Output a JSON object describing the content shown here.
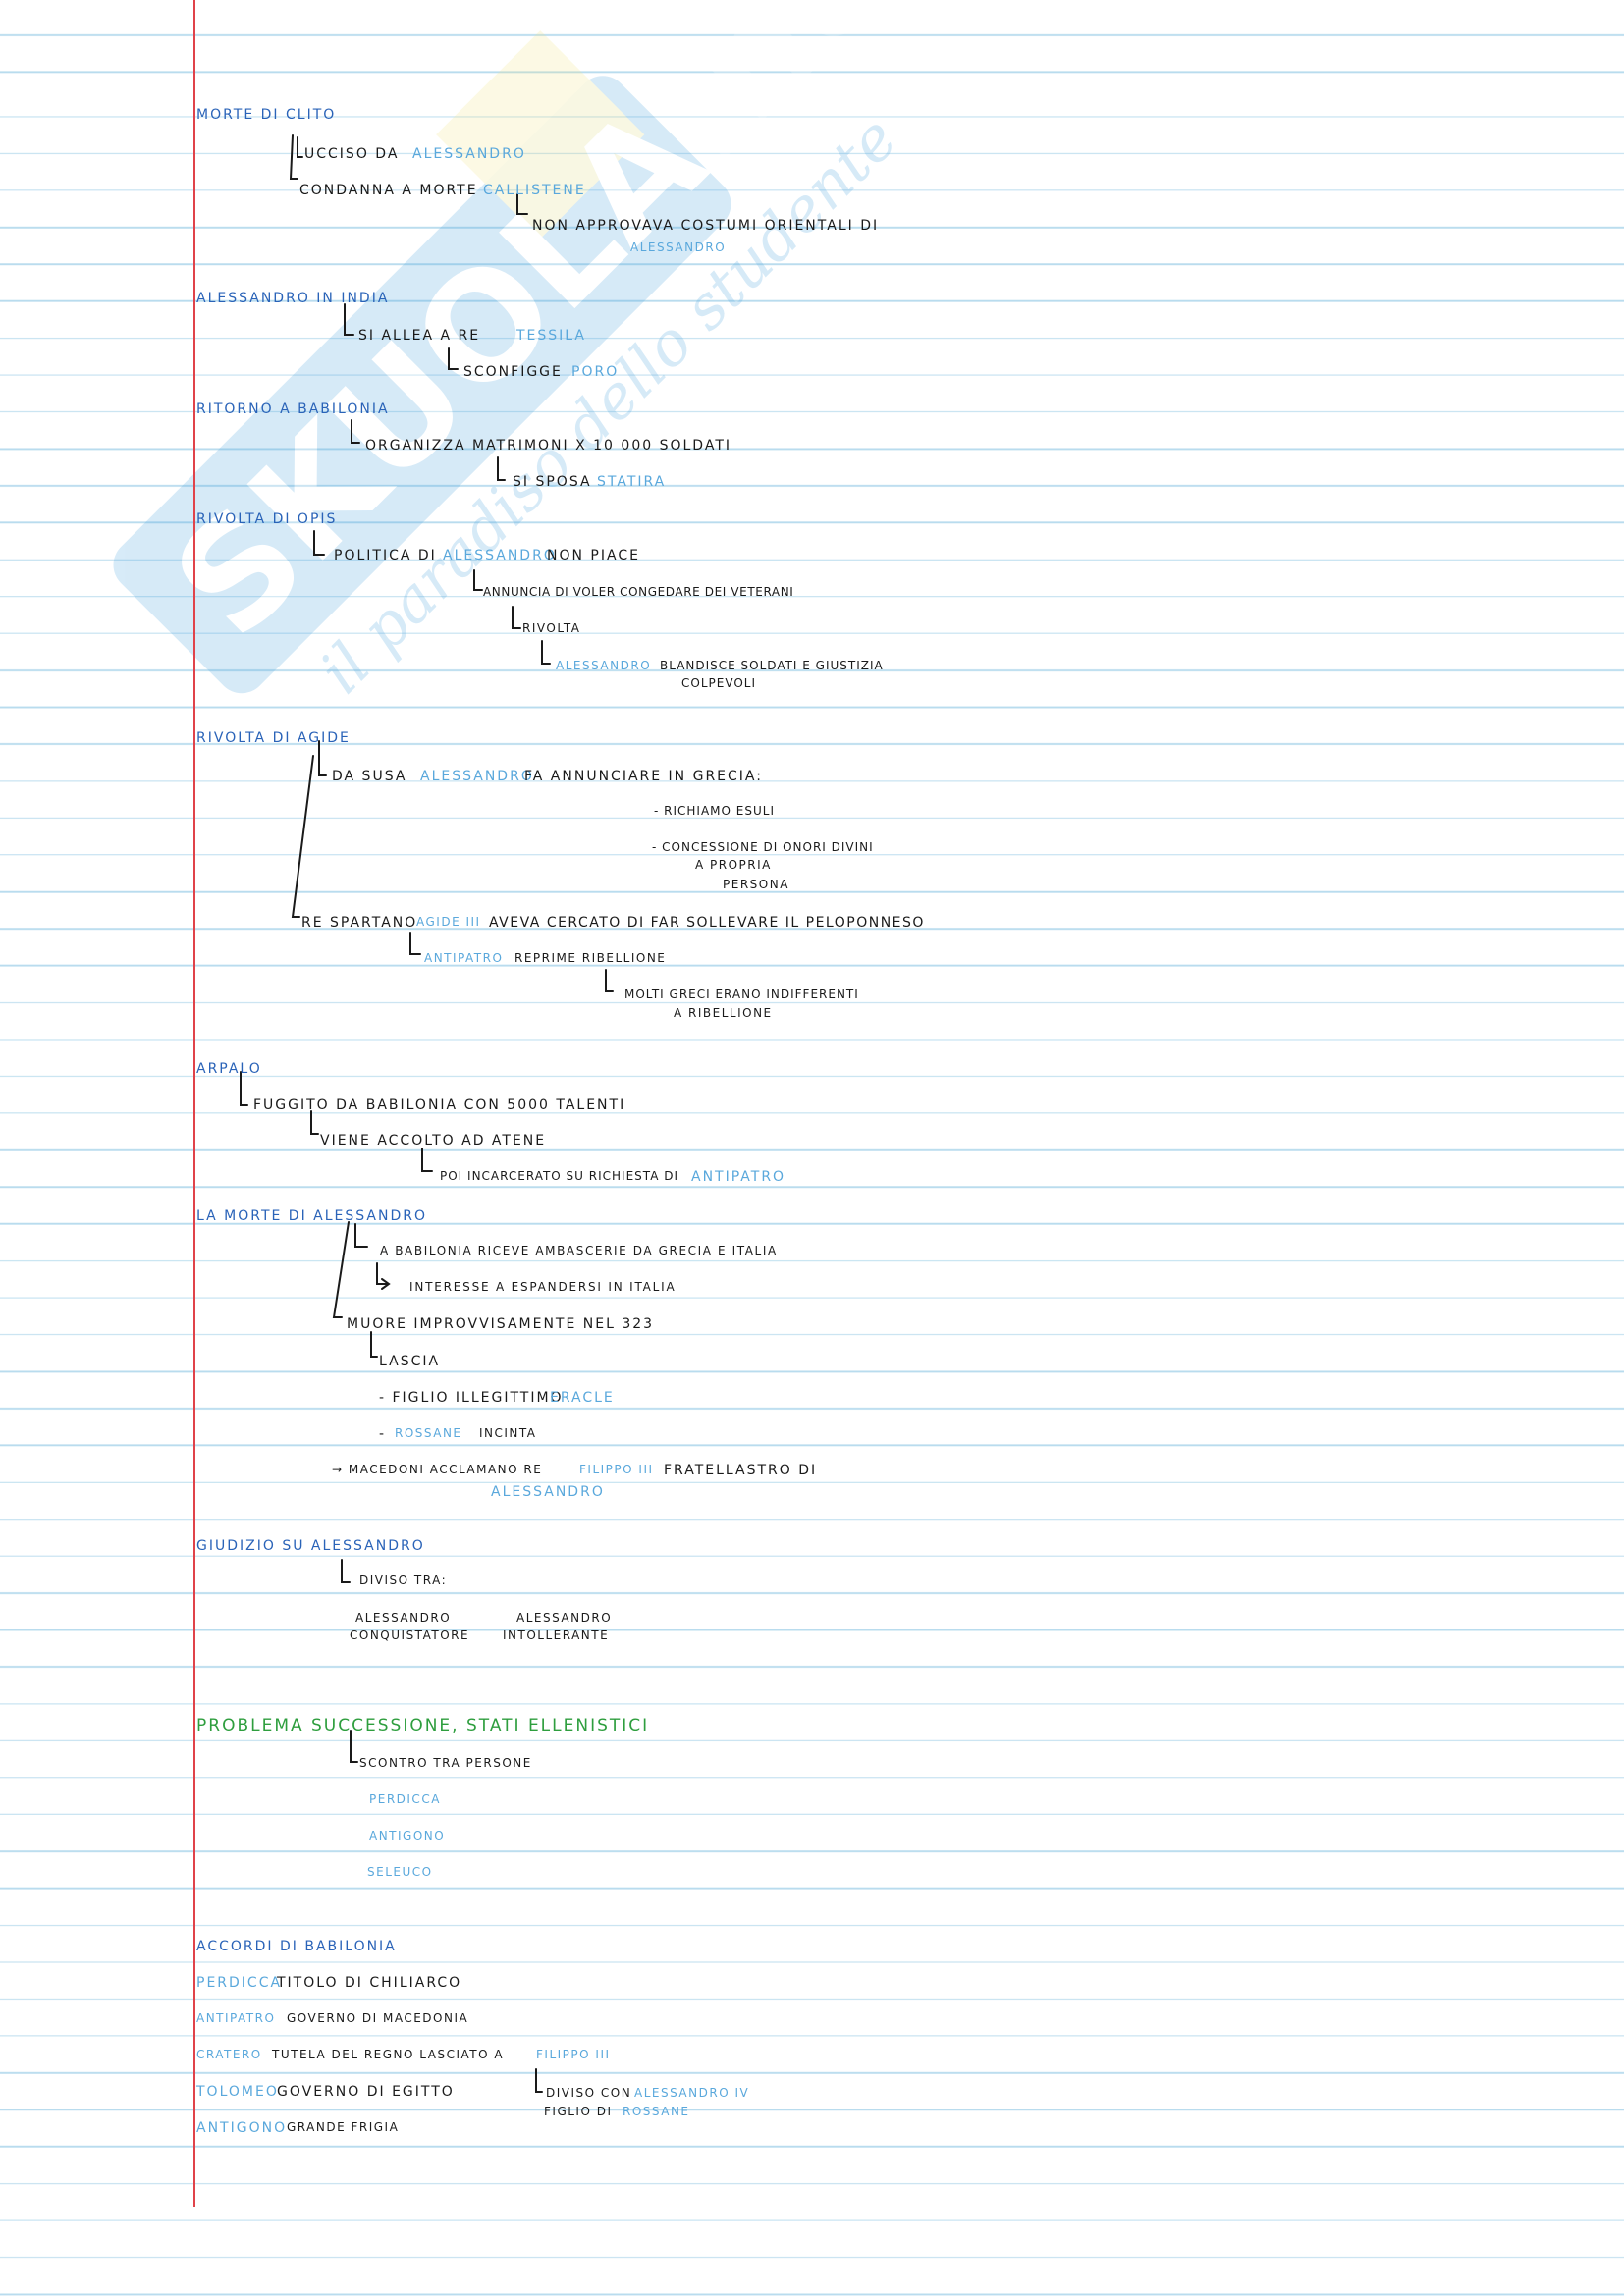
{
  "watermark": {
    "text": "SKUOLA.net",
    "tagline": "il paradiso dello studente",
    "color_main": "#4aa3df",
    "color_accent": "#f3e37a"
  },
  "colors": {
    "ink": "#1a1a1a",
    "heading": "#2a63b8",
    "name": "#5aa8dc",
    "green": "#2e9e3e",
    "margin": "#e0434a",
    "rule": "#b9dcee"
  },
  "s1": {
    "h": "MORTE DI CLITO",
    "a": "UCCISO DA",
    "a_n": "ALESSANDRO",
    "b": "CONDANNA A MORTE",
    "b_n": "CALLISTENE",
    "c": "NON APPROVAVA COSTUMI ORIENTALI DI",
    "c_n": "ALESSANDRO"
  },
  "s2": {
    "h": "ALESSANDRO IN INDIA",
    "a": "SI ALLEA A RE",
    "a_n": "TESSILA",
    "b": "SCONFIGGE",
    "b_n": "PORO"
  },
  "s3": {
    "h": "RITORNO A BABILONIA",
    "a": "ORGANIZZA MATRIMONI X 10 000 SOLDATI",
    "b": "SI SPOSA",
    "b_n": "STATIRA"
  },
  "s4": {
    "h": "RIVOLTA DI OPIS",
    "a": "POLITICA DI",
    "a_n": "ALESSANDRO",
    "a2": "NON PIACE",
    "b": "ANNUNCIA DI VOLER CONGEDARE DEI VETERANI",
    "c": "RIVOLTA",
    "d_n": "ALESSANDRO",
    "d": "BLANDISCE SOLDATI E GIUSTIZIA",
    "d2": "COLPEVOLI"
  },
  "s5": {
    "h": "RIVOLTA DI AGIDE",
    "a": "DA SUSA",
    "a_n": "ALESSANDRO",
    "a2": "FA ANNUNCIARE IN GRECIA:",
    "b": "- RICHIAMO ESULI",
    "c": "- CONCESSIONE DI ONORI DIVINI",
    "c2": "A PROPRIA",
    "c3": "PERSONA",
    "d": "RE SPARTANO",
    "d_n": "AGIDE III",
    "d2": "AVEVA CERCATO DI FAR SOLLEVARE IL PELOPONNESO",
    "e_n": "ANTIPATRO",
    "e": "REPRIME RIBELLIONE",
    "f": "MOLTI GRECI ERANO INDIFFERENTI",
    "f2": "A RIBELLIONE"
  },
  "s6": {
    "h": "ARPALO",
    "a": "FUGGITO DA BABILONIA CON 5000 TALENTI",
    "b": "VIENE ACCOLTO AD ATENE",
    "c": "POI INCARCERATO SU RICHIESTA DI",
    "c_n": "ANTIPATRO"
  },
  "s7": {
    "h": "LA MORTE DI ALESSANDRO",
    "a": "A BABILONIA RICEVE AMBASCERIE DA GRECIA E ITALIA",
    "b": "INTERESSE A ESPANDERSI IN ITALIA",
    "c": "MUORE IMPROVVISAMENTE NEL 323",
    "d": "LASCIA",
    "e": "- FIGLIO ILLEGITTIMO",
    "e_n": "ERACLE",
    "f": "-",
    "f_n": "ROSSANE",
    "f2": "INCINTA",
    "g": "→ MACEDONI ACCLAMANO RE",
    "g_n": "FILIPPO III",
    "g2": "FRATELLASTRO DI",
    "g3_n": "ALESSANDRO"
  },
  "s8": {
    "h": "GIUDIZIO SU ALESSANDRO",
    "a": "DIVISO TRA:",
    "b1": "ALESSANDRO",
    "b2": "CONQUISTATORE",
    "c1": "ALESSANDRO",
    "c2": "INTOLLERANTE"
  },
  "s9": {
    "h": "PROBLEMA SUCCESSIONE, STATI ELLENISTICI",
    "a": "SCONTRO TRA PERSONE",
    "p1": "PERDICCA",
    "p2": "ANTIGONO",
    "p3": "SELEUCO"
  },
  "s10": {
    "h": "ACCORDI DI BABILONIA",
    "r1_n": "PERDICCA",
    "r1": "TITOLO DI CHILIARCO",
    "r2_n": "ANTIPATRO",
    "r2": "GOVERNO DI MACEDONIA",
    "r3_n": "CRATERO",
    "r3": "TUTELA DEL REGNO LASCIATO A",
    "r3_n2": "FILIPPO III",
    "r4_n": "TOLOMEO",
    "r4": "GOVERNO DI EGITTO",
    "r5_n": "ANTIGONO",
    "r5": "GRANDE FRIGIA",
    "side": "DIVISO CON",
    "side_n": "ALESSANDRO IV",
    "side2": "FIGLIO DI",
    "side2_n": "ROSSANE"
  }
}
